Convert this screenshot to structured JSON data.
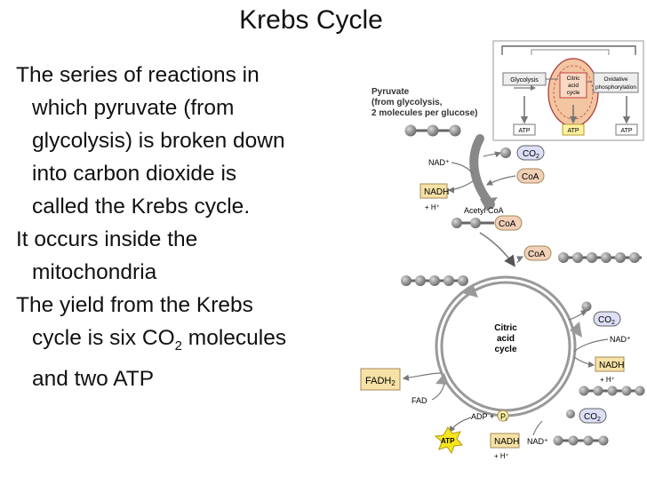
{
  "slide": {
    "title": "Krebs Cycle",
    "paragraphs": [
      {
        "lines": [
          "The series of reactions in",
          "which pyruvate (from",
          "glycolysis) is broken down",
          "into carbon dioxide is",
          "called the Krebs cycle."
        ]
      },
      {
        "lines": [
          "It occurs inside the",
          "mitochondria"
        ]
      },
      {
        "lines": [
          "The yield from the Krebs",
          "cycle is six CO",
          "2",
          " molecules",
          "and two ATP"
        ]
      }
    ]
  },
  "inset": {
    "glycolysis": "Glycolysis",
    "citric_1": "Citric",
    "citric_2": "acid",
    "citric_3": "cycle",
    "oxidative_1": "Oxidative",
    "oxidative_2": "phosphorylation",
    "atp": "ATP"
  },
  "diagram": {
    "pyruvate_1": "Pyruvate",
    "pyruvate_2": "(from glycolysis,",
    "pyruvate_3": "2 molecules per glucose)",
    "co2": "CO",
    "co2_sub": "2",
    "nad_plus": "NAD⁺",
    "coa": "CoA",
    "nadh": "NADH",
    "h_plus": "+ H⁺",
    "acetyl_coa": "Acetyl CoA",
    "citric_1": "Citric",
    "citric_2": "acid",
    "citric_3": "cycle",
    "fadh2": "FADH",
    "fadh2_sub": "2",
    "fad": "FAD",
    "adp": "ADP +",
    "pi": "P",
    "pi_sub": "i",
    "atp": "ATP",
    "colors": {
      "tag_fill": "#f6e2a6",
      "tag_border": "#a5895a",
      "coa_fill": "#f2d0b8",
      "co2_fill": "#dcdff5",
      "molecule": "#8f8f8f",
      "atp_star": "#f7e51e"
    }
  }
}
